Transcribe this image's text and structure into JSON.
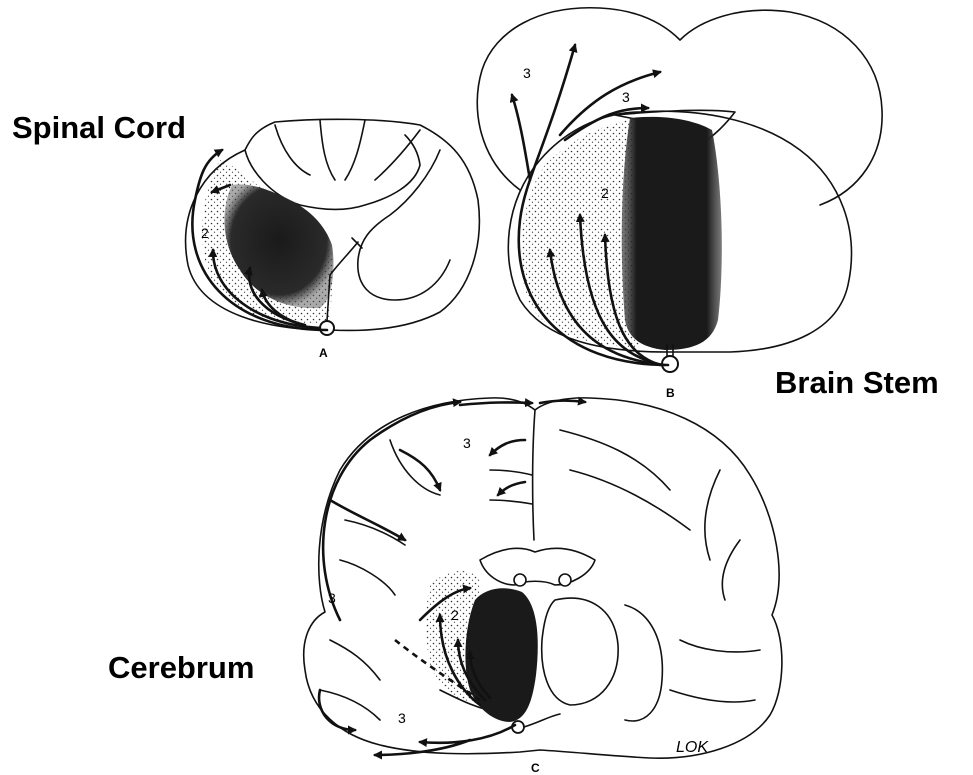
{
  "section_labels": {
    "spinal_cord": "Spinal Cord",
    "brain_stem": "Brain Stem",
    "cerebrum": "Cerebrum"
  },
  "panel_letters": {
    "a": "A",
    "b": "B",
    "c": "C"
  },
  "zone_numbers": {
    "zone_2": "2",
    "zone_3": "3"
  },
  "artist_mark": "LOK",
  "colors": {
    "ink": "#111111",
    "core": "#1a1a1a",
    "stipple": "#333333",
    "paper": "#ffffff"
  }
}
